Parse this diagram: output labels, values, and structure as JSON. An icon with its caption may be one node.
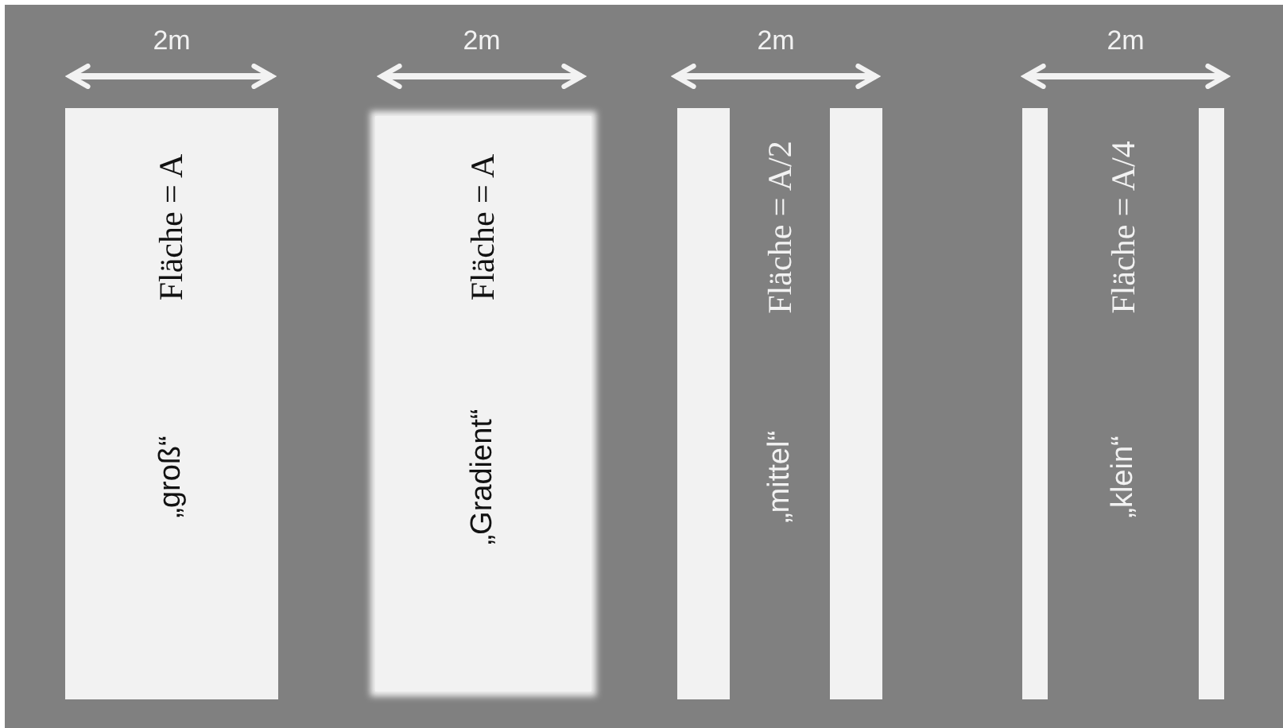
{
  "diagram": {
    "nodes": [
      {
        "text": [
          "Fläche = A",
          "„groß“"
        ]
      },
      {
        "text": [
          "Fläche = A",
          "„Gradient“"
        ]
      },
      {
        "text": [
          "Fläche = A/2",
          "„mittel“"
        ]
      },
      {
        "text": [
          "Fläche = A/4",
          "„klein“"
        ]
      }
    ],
    "edges": [],
    "labels": [
      "2m",
      "2m",
      "2m",
      "2m"
    ]
  }
}
